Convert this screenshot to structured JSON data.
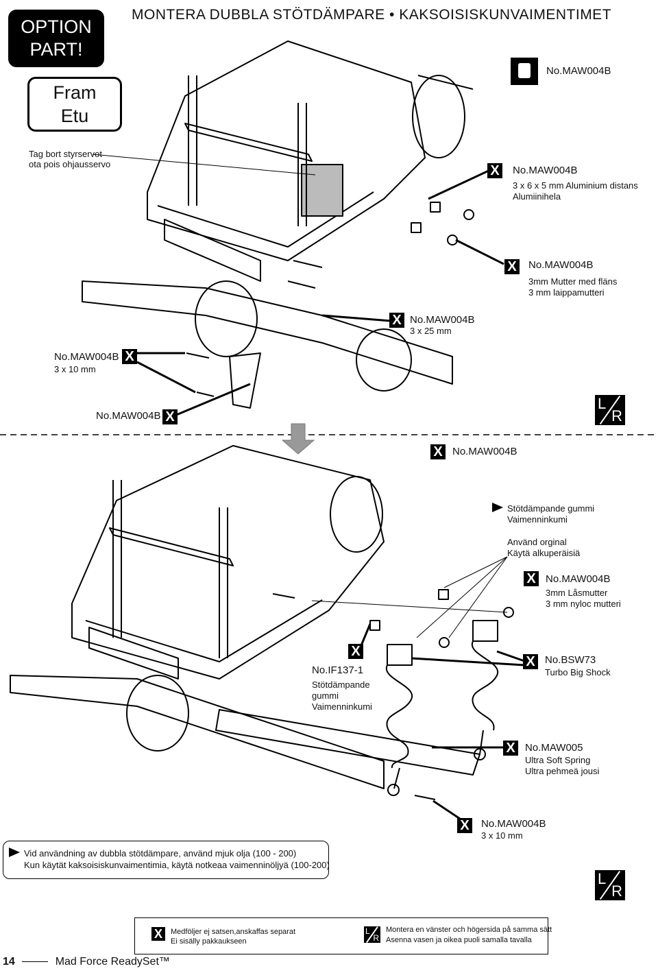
{
  "header": {
    "option_line1": "OPTION",
    "option_line2": "PART!",
    "fram": "Fram",
    "etu": "Etu",
    "title": "MONTERA DUBBLA STÖTDÄMPARE • KAKSOISISKUNVAIMENTIMET"
  },
  "top_section": {
    "servo_note_sv": "Tag bort styrservot",
    "servo_note_fi": "ota pois ohjausservo",
    "bag_part": "No.MAW004B",
    "spacer_part": "No.MAW004B",
    "spacer_desc1": "3 x 6 x 5 mm Aluminium distans",
    "spacer_desc2": "Alumiinihela",
    "nut_part": "No.MAW004B",
    "nut_desc1": "3mm Mutter med fläns",
    "nut_desc2": "3 mm laippamutteri",
    "screw25_part": "No.MAW004B",
    "screw25_desc": "3 x 25 mm",
    "screw10_part": "No.MAW004B",
    "screw10_desc": "3 x 10 mm",
    "bracket_part": "No.MAW004B"
  },
  "bottom_section": {
    "top_part": "No.MAW004B",
    "rubber_sv": "Stötdämpande gummi",
    "rubber_fi": "Vaimenninkumi",
    "use_original_sv": "Använd orginal",
    "use_original_fi": "Käytä alkuperäisiä",
    "locknut_part": "No.MAW004B",
    "locknut_sv": "3mm Låsmutter",
    "locknut_fi": "3 mm nyloc mutteri",
    "if137_part": "No.IF137-1",
    "if137_sv1": "Stötdämpande",
    "if137_sv2": "gummi",
    "if137_fi": "Vaimenninkumi",
    "bsw73_part": "No.BSW73",
    "bsw73_desc": "Turbo Big Shock",
    "maw005_part": "No.MAW005",
    "maw005_sv": "Ultra Soft Spring",
    "maw005_fi": "Ultra pehmeä jousi",
    "screw10_part": "No.MAW004B",
    "screw10_desc": "3 x 10 mm"
  },
  "note": {
    "line1": "Vid användning av dubbla stötdämpare, använd mjuk olja (100 - 200)",
    "line2": "Kun käytät kaksoisiskunvaimentimia, käytä notkeaa vaimenninöljyä (100-200)"
  },
  "legend": {
    "x_line1": "Medföljer ej  satsen,anskaffas separat",
    "x_line2": "Ei sisälly pakkaukseen",
    "lr_line1": "Montera en vänster och högersida på samma sätt",
    "lr_line2": "Asenna vasen ja oikea puoli samalla tavalla"
  },
  "symbols": {
    "x_mark": "X",
    "lr_l": "L",
    "lr_r": "R"
  },
  "footer": {
    "page_number": "14",
    "product": "Mad Force ReadySet™"
  }
}
